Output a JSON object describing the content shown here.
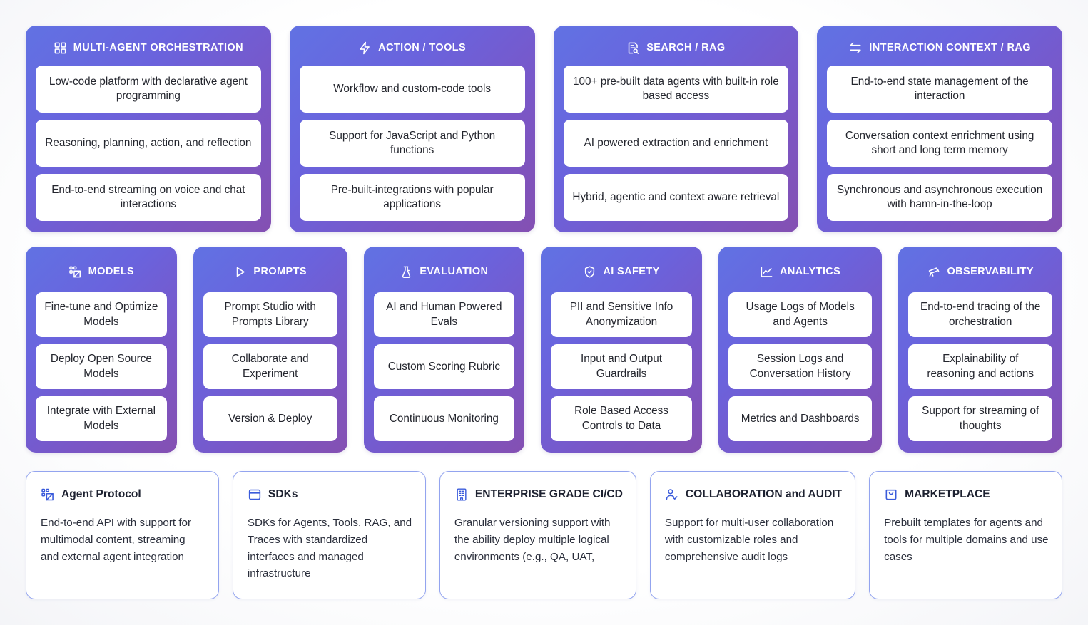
{
  "theme": {
    "gradient_start": "#6172e3",
    "gradient_end": "#8450b2",
    "pill_bg": "#ffffff",
    "outline_border": "#93a4ef",
    "text_dark": "#24262e",
    "page_bg": "#ffffff"
  },
  "rows": {
    "row1": [
      {
        "icon": "grid-2x2-icon",
        "title": "MULTI-AGENT ORCHESTRATION",
        "items": [
          "Low-code platform with declarative agent programming",
          "Reasoning, planning, action, and reflection",
          "End-to-end streaming on voice and chat interactions"
        ]
      },
      {
        "icon": "zap-icon",
        "title": "ACTION / TOOLS",
        "items": [
          "Workflow and custom-code tools",
          "Support for JavaScript and Python functions",
          "Pre-built-integrations with popular applications"
        ]
      },
      {
        "icon": "document-search-icon",
        "title": "SEARCH / RAG",
        "items": [
          "100+ pre-built data agents with built-in role based access",
          "AI powered extraction and enrichment",
          "Hybrid, agentic and context aware retrieval"
        ]
      },
      {
        "icon": "exchange-arrows-icon",
        "title": "INTERACTION CONTEXT / RAG",
        "items": [
          "End-to-end state management of the interaction",
          "Conversation context enrichment using short and long term memory",
          "Synchronous and asynchronous execution with hamn-in-the-loop"
        ]
      }
    ],
    "row2": [
      {
        "icon": "model-nodes-icon",
        "title": "MODELS",
        "items": [
          "Fine-tune and Optimize Models",
          "Deploy Open Source Models",
          "Integrate with External Models"
        ]
      },
      {
        "icon": "play-outline-icon",
        "title": "PROMPTS",
        "items": [
          "Prompt Studio with Prompts Library",
          "Collaborate and Experiment",
          "Version & Deploy"
        ]
      },
      {
        "icon": "flask-eval-icon",
        "title": "EVALUATION",
        "items": [
          "AI and Human Powered Evals",
          "Custom Scoring Rubric",
          "Continuous Monitoring"
        ]
      },
      {
        "icon": "shield-check-icon",
        "title": "AI SAFETY",
        "items": [
          "PII and Sensitive Info Anonymization",
          "Input and Output Guardrails",
          "Role Based Access Controls to Data"
        ]
      },
      {
        "icon": "line-chart-icon",
        "title": "ANALYTICS",
        "items": [
          "Usage Logs of Models and Agents",
          "Session Logs and Conversation History",
          "Metrics and Dashboards"
        ]
      },
      {
        "icon": "telescope-icon",
        "title": "OBSERVABILITY",
        "items": [
          "End-to-end tracing of the orchestration",
          "Explainability of reasoning and actions",
          "Support for streaming of thoughts"
        ]
      }
    ],
    "row3": [
      {
        "icon": "model-nodes-icon",
        "title": "Agent Protocol",
        "body": "End-to-end API with support for multimodal content, streaming and external agent integration"
      },
      {
        "icon": "panel-icon",
        "title": "SDKs",
        "body": "SDKs for Agents, Tools, RAG, and Traces with standardized interfaces and managed infrastructure"
      },
      {
        "icon": "building-icon",
        "title": "ENTERPRISE GRADE CI/CD",
        "body": "Granular versioning support with the ability deploy multiple logical environments (e.g., QA, UAT,"
      },
      {
        "icon": "user-check-icon",
        "title": "COLLABORATION and AUDIT",
        "body": "Support for multi-user collaboration with customizable roles and comprehensive audit logs"
      },
      {
        "icon": "shopping-bag-icon",
        "title": "MARKETPLACE",
        "body": "Prebuilt templates for agents and tools for multiple domains and use cases"
      }
    ]
  }
}
